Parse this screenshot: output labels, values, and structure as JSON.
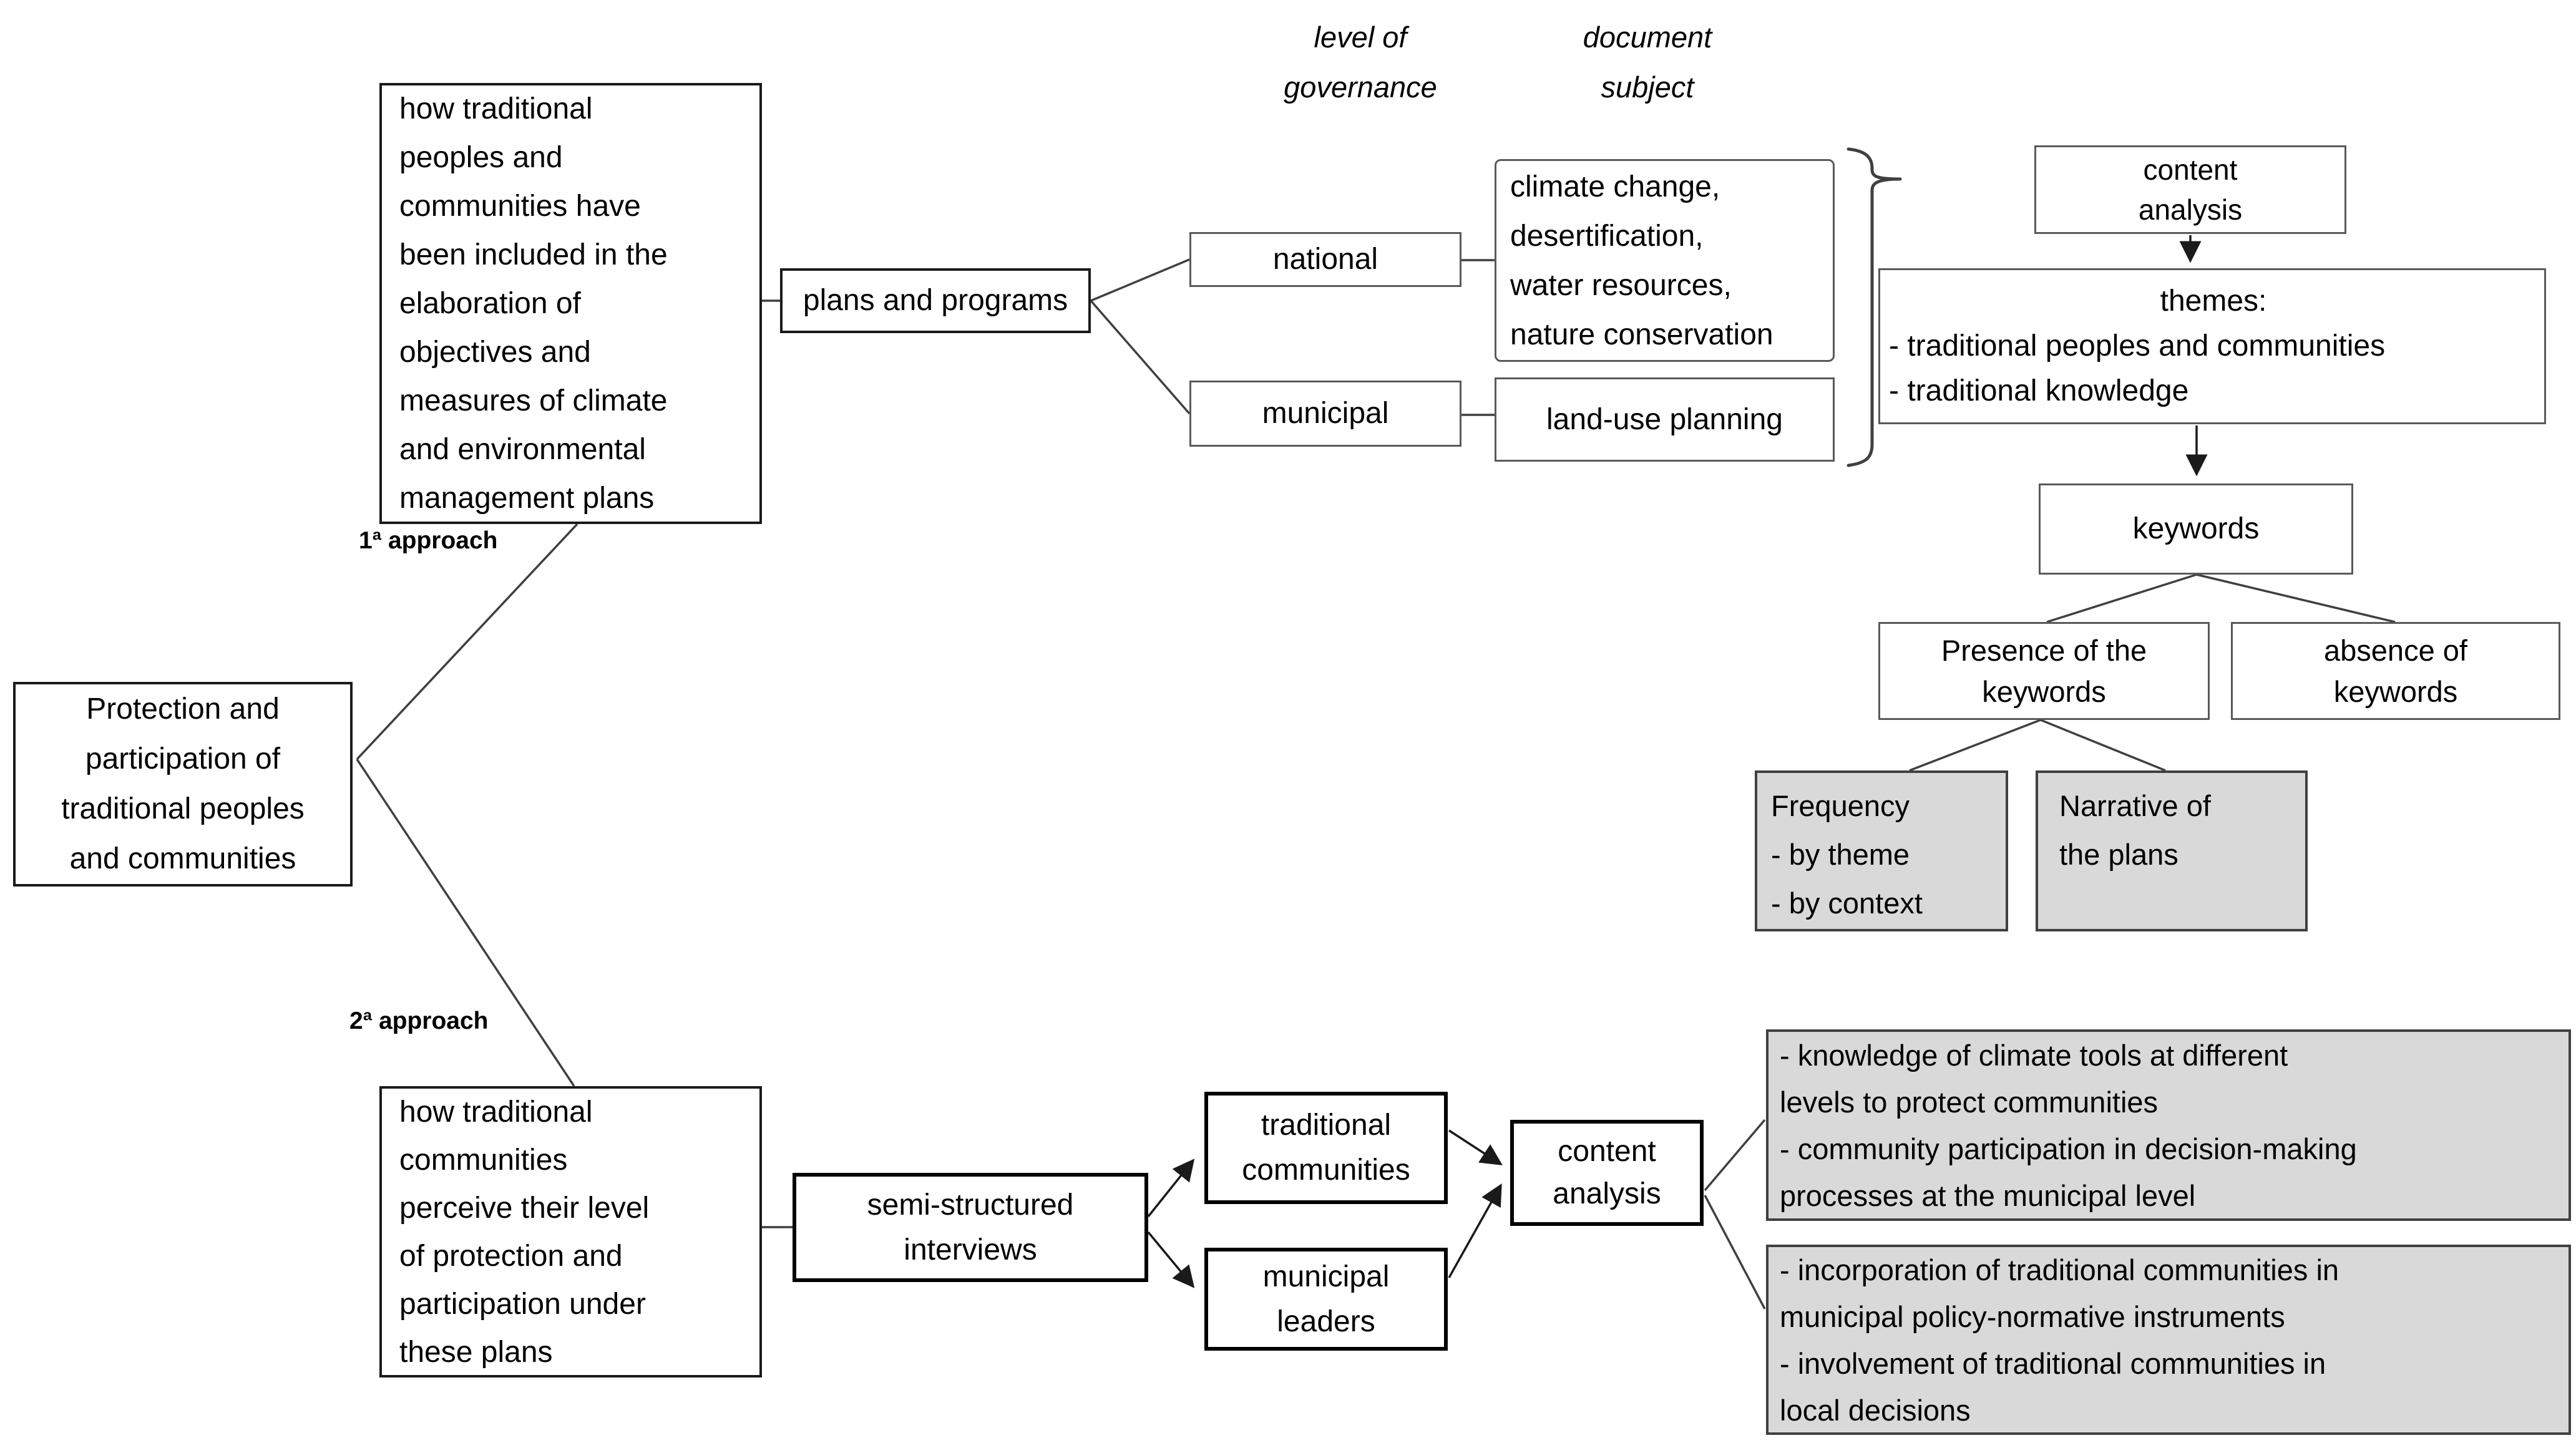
{
  "headers": {
    "governance": "level of\ngovernance",
    "subject": "document\nsubject"
  },
  "labels": {
    "approach1": "1ª approach",
    "approach2": "2ª approach"
  },
  "nodes": {
    "research_question_1": "how traditional\npeoples and\ncommunities have\nbeen included in the\nelaboration of\nobjectives and\nmeasures of climate\nand environmental\nmanagement plans",
    "central_topic": "Protection and\nparticipation of\ntraditional peoples\nand communities",
    "research_question_2": "how traditional\ncommunities\nperceive their level\nof protection and\nparticipation under\nthese plans",
    "plans_programs": "plans and programs",
    "national": "national",
    "municipal": "municipal",
    "national_subjects": "climate change,\ndesertification,\nwater resources,\nnature conservation",
    "municipal_subject": "land-use planning",
    "content_analysis_1": "content\nanalysis",
    "themes_title": "themes:",
    "themes_items": "- traditional peoples and communities\n- traditional knowledge",
    "keywords": "keywords",
    "presence": "Presence of the\nkeywords",
    "absence": "absence of\nkeywords",
    "frequency": "Frequency\n- by theme\n- by context",
    "narrative": "Narrative of\nthe plans",
    "semi_structured": "semi-structured\ninterviews",
    "traditional_communities": "traditional\ncommunities",
    "municipal_leaders": "municipal\nleaders",
    "content_analysis_2": "content\nanalysis",
    "findings_documents_1": "- knowledge of climate tools at different\nlevels to protect communities\n- community participation in decision-making\nprocesses at the municipal level",
    "findings_documents_2": "- incorporation of traditional communities in\nmunicipal policy-normative instruments\n- involvement of traditional communities in\nlocal decisions"
  },
  "colors": {
    "box_fill": "#ffffff",
    "gray_fill": "#d9d9d9",
    "line": "#404040",
    "border_gray": "#595959",
    "border_black": "#000000"
  },
  "edges": [
    {
      "from": "central-topic",
      "to": "research-question-1",
      "label": "1ª approach",
      "arrow": false
    },
    {
      "from": "central-topic",
      "to": "research-question-2",
      "label": "2ª approach",
      "arrow": false
    },
    {
      "from": "research-question-1",
      "to": "plans-and-programs",
      "arrow": false
    },
    {
      "from": "plans-and-programs",
      "to": "national",
      "arrow": false
    },
    {
      "from": "plans-and-programs",
      "to": "municipal",
      "arrow": false
    },
    {
      "from": "national",
      "to": "national-subjects",
      "arrow": false
    },
    {
      "from": "municipal",
      "to": "municipal-subject",
      "arrow": false
    },
    {
      "from": "document-group",
      "to": "content-analysis-1",
      "type": "brace"
    },
    {
      "from": "content-analysis-1",
      "to": "themes",
      "arrow": true
    },
    {
      "from": "themes",
      "to": "keywords",
      "arrow": true
    },
    {
      "from": "keywords",
      "to": "presence-of-keywords",
      "arrow": false
    },
    {
      "from": "keywords",
      "to": "absence-of-keywords",
      "arrow": false
    },
    {
      "from": "presence-of-keywords",
      "to": "frequency",
      "arrow": false
    },
    {
      "from": "presence-of-keywords",
      "to": "narrative-of-plans",
      "arrow": false
    },
    {
      "from": "research-question-2",
      "to": "semi-structured-interviews",
      "arrow": false
    },
    {
      "from": "semi-structured-interviews",
      "to": "traditional-communities",
      "arrow": true
    },
    {
      "from": "semi-structured-interviews",
      "to": "municipal-leaders",
      "arrow": true
    },
    {
      "from": "traditional-communities",
      "to": "content-analysis-2",
      "arrow": true
    },
    {
      "from": "municipal-leaders",
      "to": "content-analysis-2",
      "arrow": true
    },
    {
      "from": "content-analysis-2",
      "to": "findings-documents-1",
      "arrow": false
    },
    {
      "from": "content-analysis-2",
      "to": "findings-documents-2",
      "arrow": false
    }
  ]
}
